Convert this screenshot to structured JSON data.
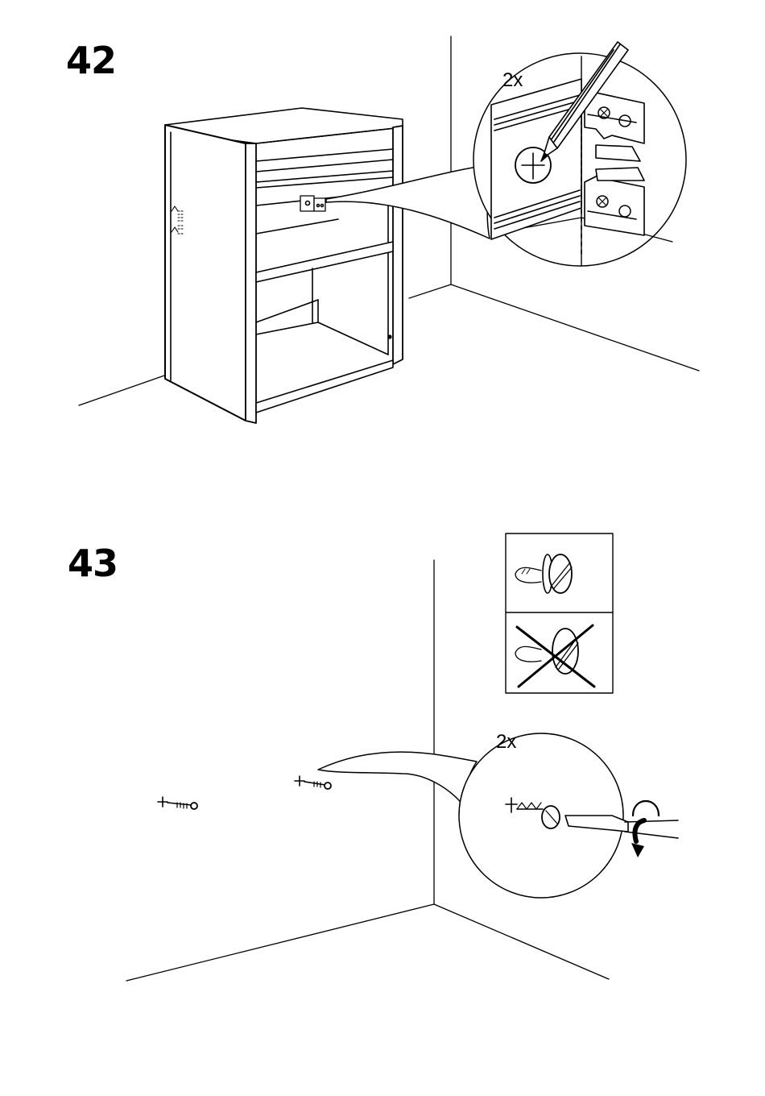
{
  "page": {
    "background": "#ffffff",
    "line_color": "#000000"
  },
  "steps": [
    {
      "number": "42",
      "callout_quantity": "2x",
      "icons": [
        "cabinet-drawing",
        "wall-bracket-detail",
        "pencil-icon"
      ]
    },
    {
      "number": "43",
      "callout_quantity": "2x",
      "icons": [
        "screw-icon",
        "screwdriver-icon",
        "rotate-arrow-icon",
        "correct-screw-head-icon",
        "incorrect-screw-head-icon"
      ]
    }
  ]
}
